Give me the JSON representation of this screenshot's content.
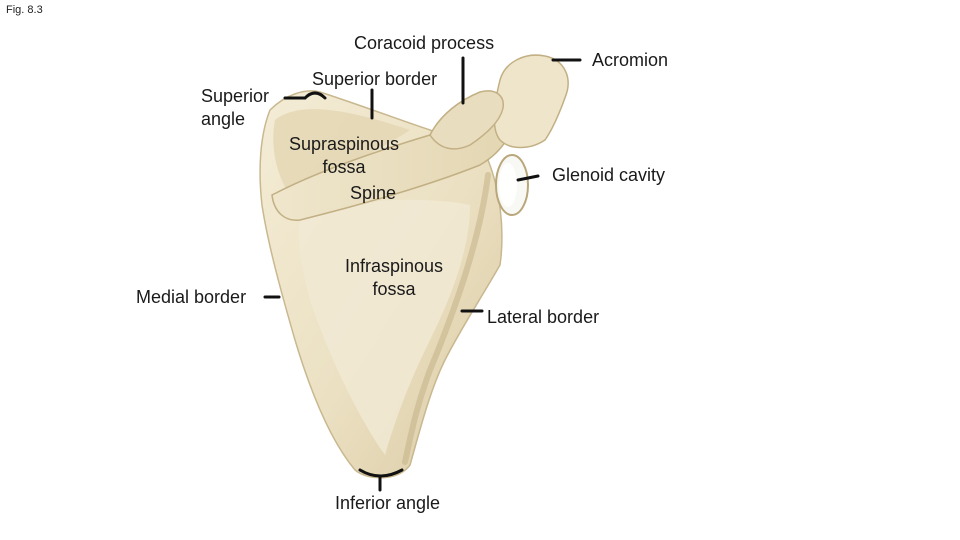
{
  "figure": {
    "caption": "Fig. 8.3"
  },
  "colors": {
    "bone": "#ece3c9",
    "bone_shadow": "#cbbb93",
    "bone_highlight": "#f6f0de",
    "leader": "#111111",
    "glenoid": "#f8f8f4"
  },
  "labels": {
    "coracoid_process": "Coracoid process",
    "acromion": "Acromion",
    "superior_angle_1": "Superior",
    "superior_angle_2": "angle",
    "superior_border": "Superior border",
    "supraspinous_fossa_1": "Supraspinous",
    "supraspinous_fossa_2": "fossa",
    "spine": "Spine",
    "glenoid_cavity": "Glenoid cavity",
    "infraspinous_fossa_1": "Infraspinous",
    "infraspinous_fossa_2": "fossa",
    "medial_border": "Medial border",
    "lateral_border": "Lateral border",
    "inferior_angle": "Inferior angle"
  }
}
